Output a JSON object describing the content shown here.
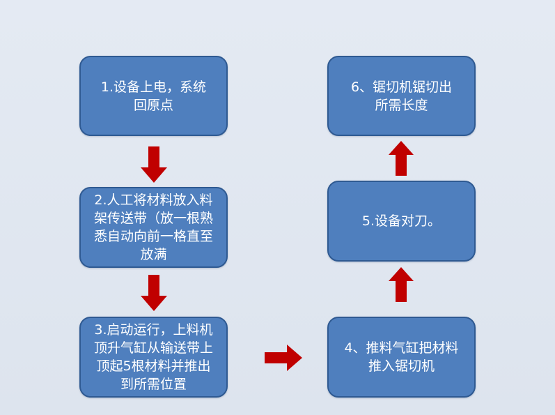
{
  "colors": {
    "background": "#dfe6f0",
    "box_fill": "#4f7fbe",
    "box_border": "#2f5a92",
    "box_text": "#ffffff",
    "arrow": "#c00000"
  },
  "steps": [
    {
      "id": "s1",
      "text": "1.设备上电，系统回原点"
    },
    {
      "id": "s2",
      "text": "2.人工将材料放入料架传送带（放一根熟悉自动向前一格直至放满"
    },
    {
      "id": "s3",
      "text": "3.启动运行，上料机顶升气缸从输送带上顶起5根材料并推出到所需位置"
    },
    {
      "id": "s4",
      "text": "4、推料气缸把材料推入锯切机"
    },
    {
      "id": "s5",
      "text": "5.设备对刀。"
    },
    {
      "id": "s6",
      "text": "6、锯切机锯切出所需长度"
    }
  ],
  "arrows": [
    {
      "from": "s1",
      "to": "s2",
      "direction": "down"
    },
    {
      "from": "s2",
      "to": "s3",
      "direction": "down"
    },
    {
      "from": "s3",
      "to": "s4",
      "direction": "right"
    },
    {
      "from": "s4",
      "to": "s5",
      "direction": "up"
    },
    {
      "from": "s5",
      "to": "s6",
      "direction": "up"
    }
  ]
}
